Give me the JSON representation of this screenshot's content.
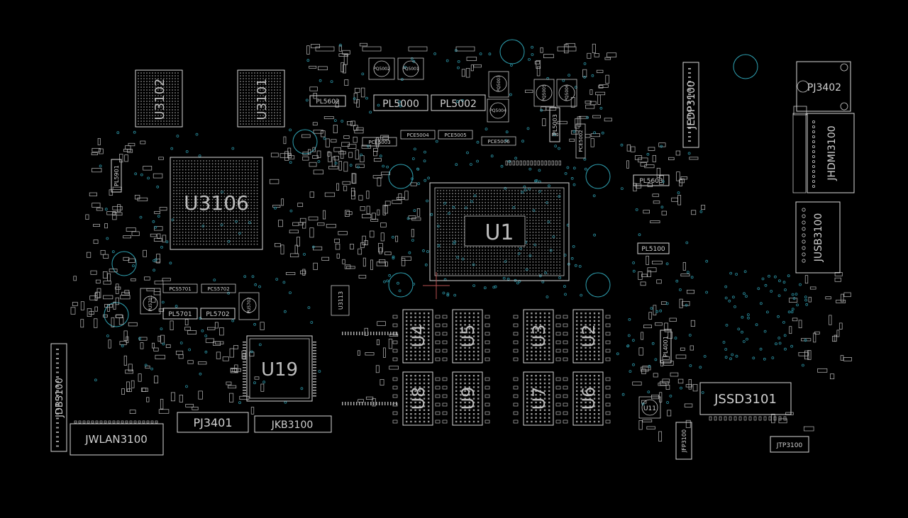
{
  "board": {
    "large_chips": [
      {
        "id": "u1",
        "label": "U1"
      },
      {
        "id": "u3106",
        "label": "U3106"
      },
      {
        "id": "u19",
        "label": "U19"
      },
      {
        "id": "u3102",
        "label": "U3102"
      },
      {
        "id": "u3101",
        "label": "U3101"
      }
    ],
    "memory_chips": [
      "U4",
      "U5",
      "U3",
      "U2",
      "U8",
      "U9",
      "U7",
      "U6"
    ],
    "connectors": [
      "JEDP3100",
      "PJ3402",
      "JHDMI3100",
      "JUSB3100",
      "JSSD3101",
      "JWLAN3100",
      "PJ3401",
      "JKB3100",
      "JDB3100",
      "JFP3100",
      "JTP3100"
    ],
    "inductors": [
      "PL5000",
      "PL5002",
      "PL5602",
      "PL5603",
      "PL5100",
      "PL5701",
      "PL5702",
      "PL5901",
      "PL5003",
      "PL4001"
    ],
    "small_labels": [
      "PCE5004",
      "PCE5005",
      "PCE5003",
      "PCE5006",
      "PCE5002",
      "PCS5701",
      "PCS5702",
      "PQ5002",
      "PQ5001",
      "PQ5004",
      "PQ5003",
      "PQ5005",
      "PQ5006",
      "PU5701",
      "PU5702",
      "U3113",
      "U11"
    ]
  }
}
